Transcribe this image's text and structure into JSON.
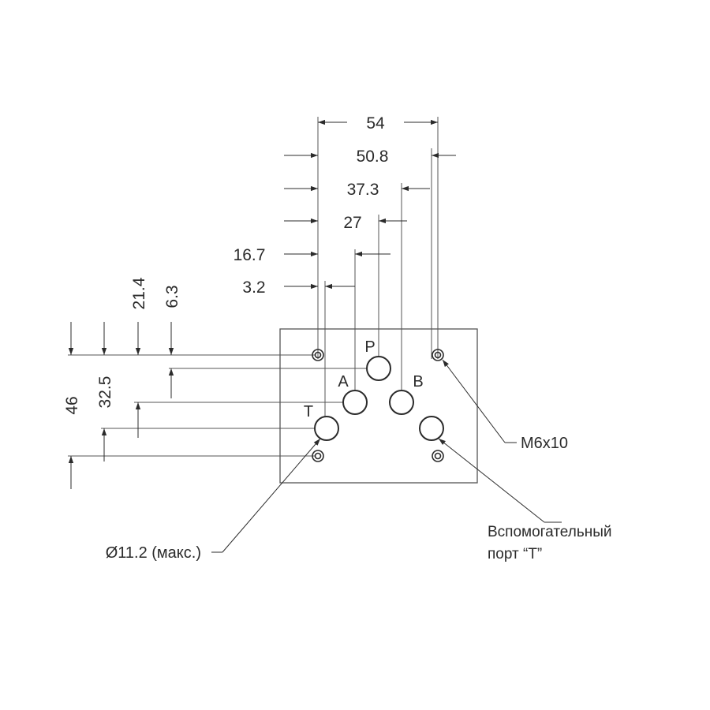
{
  "diagram": {
    "horizontal_dimensions": [
      "54",
      "50.8",
      "37.3",
      "27",
      "16.7",
      "3.2"
    ],
    "vertical_dimensions": [
      "46",
      "32.5",
      "21.4",
      "6.3"
    ],
    "ports": {
      "P": "P",
      "A": "A",
      "B": "B",
      "T": "T"
    },
    "callouts": {
      "thread": "M6x10",
      "diameter": "Ø11.2 (макс.)",
      "aux_port_line1": "Вспомогательный",
      "aux_port_line2": "порт “T”"
    }
  }
}
